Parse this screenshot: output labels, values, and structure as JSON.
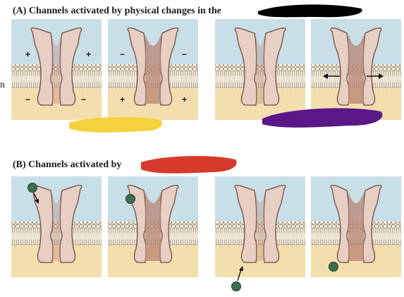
{
  "section_a": {
    "title": "(A) Channels activated by physical changes in the",
    "marks": [
      "+",
      "+",
      "−",
      "−",
      "−",
      "−",
      "+",
      "+"
    ]
  },
  "section_b": {
    "title": "(B) Channels activated by"
  },
  "edge_text": "n",
  "colors": {
    "extracellular": "#c9dfe8",
    "cytoplasm": "#f3dfae",
    "membrane_head": "#f7f0e0",
    "channel_fill": "#e8cfc4",
    "channel_outline": "#6e4c3f",
    "pore_shade": "#b78473",
    "ligand": "#3b6e4d",
    "redaction_black": "#000000",
    "redaction_yellow": "#f5d23b",
    "redaction_purple": "#5a1788",
    "redaction_red": "#d63a2a"
  }
}
